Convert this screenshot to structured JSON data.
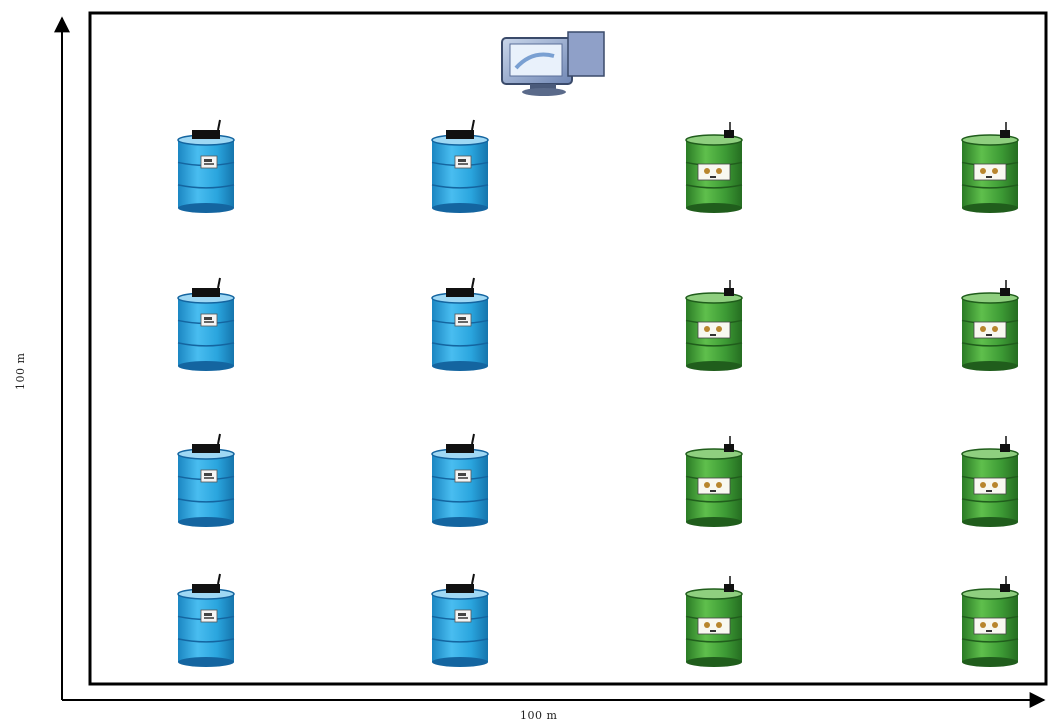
{
  "axes": {
    "x_label": "100 m",
    "y_label": "100 m"
  },
  "colors": {
    "blue_bin": "#2aa5de",
    "green_bin": "#3d9b35",
    "frame": "#000000"
  },
  "icons": {
    "sink": "computer-monitor-icon",
    "blue_node": "blue-barrel-icon",
    "green_node": "green-barrel-icon"
  },
  "grid": {
    "rows": 4,
    "columns": 4,
    "column_colors": [
      "blue",
      "blue",
      "green",
      "green"
    ]
  }
}
